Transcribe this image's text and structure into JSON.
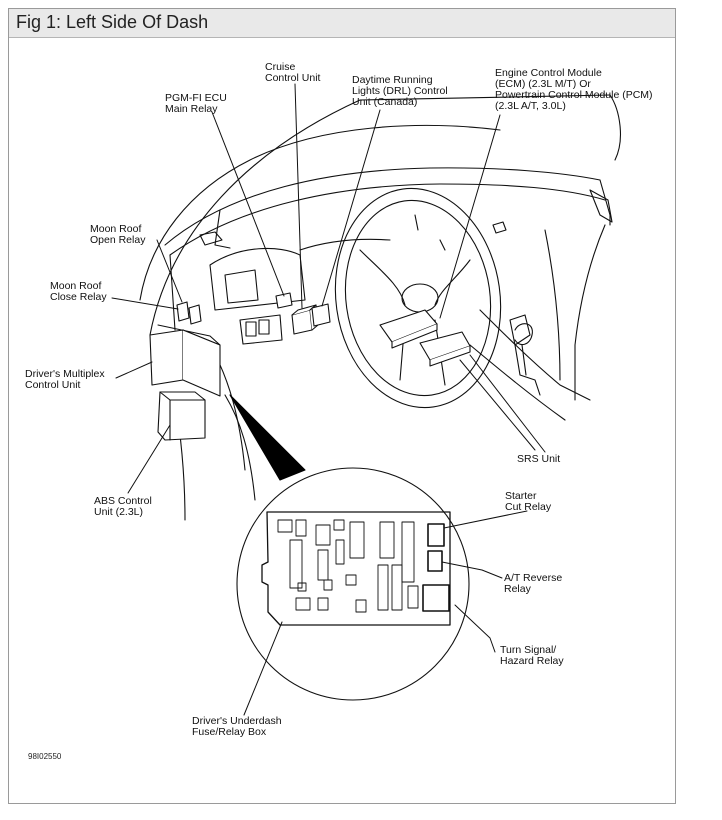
{
  "header": {
    "title": "Fig 1: Left Side Of Dash"
  },
  "labels": {
    "cruise": "Cruise\nControl Unit",
    "pgm": "PGM-FI ECU\nMain Relay",
    "drl": "Daytime Running\nLights (DRL) Control\nUnit (Canada)",
    "ecm": "Engine Control Module\n(ECM) (2.3L M/T) Or\nPowertrain Control Module (PCM)\n(2.3L A/T, 3.0L)",
    "moon_open": "Moon Roof\nOpen Relay",
    "moon_close": "Moon Roof\nClose Relay",
    "multiplex": "Driver's Multiplex\nControl Unit",
    "abs": "ABS Control\nUnit (2.3L)",
    "srs": "SRS Unit",
    "starter": "Starter\nCut Relay",
    "at_reverse": "A/T Reverse\nRelay",
    "turn_signal": "Turn Signal/\nHazard Relay",
    "fuse_box": "Driver's Underdash\nFuse/Relay Box"
  },
  "figure_code": "98I02550"
}
